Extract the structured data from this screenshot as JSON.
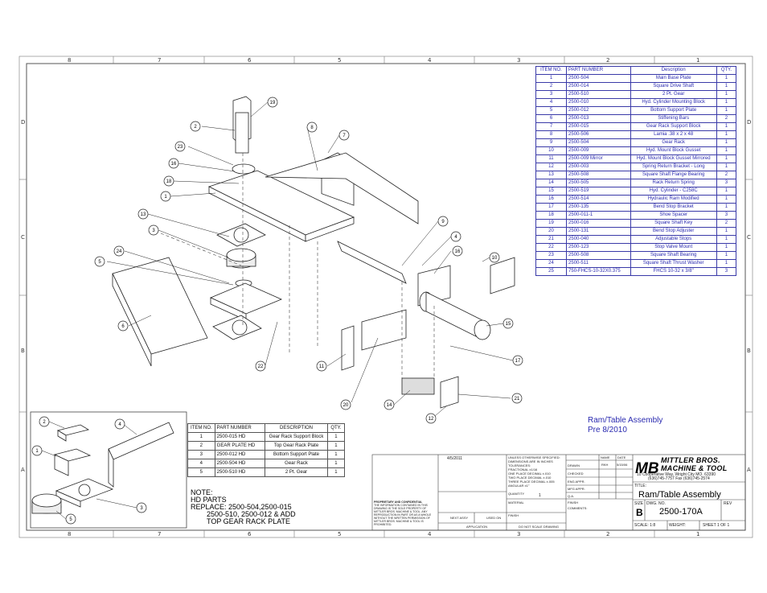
{
  "zones": {
    "columns": [
      "8",
      "7",
      "6",
      "5",
      "4",
      "3",
      "2",
      "1"
    ],
    "rows": [
      "D",
      "C",
      "B",
      "A"
    ]
  },
  "parts_table": {
    "headers": [
      "ITEM NO.",
      "PART NUMBER",
      "Description",
      "QTY."
    ],
    "rows": [
      [
        "1",
        "2500-504",
        "Main Base Plate",
        "1"
      ],
      [
        "2",
        "2500-014",
        "Square Drive Shaft",
        "1"
      ],
      [
        "3",
        "2500-510",
        "2 Pt. Gear",
        "1"
      ],
      [
        "4",
        "2500-010",
        "Hyd. Cylinder Mounting Block",
        "1"
      ],
      [
        "5",
        "2500-012",
        "Bottom Support Plate",
        "1"
      ],
      [
        "6",
        "2500-013",
        "Stiffening Bars",
        "2"
      ],
      [
        "7",
        "2500-015",
        "Gear Rack Support Block",
        "1"
      ],
      [
        "8",
        "2500-506",
        "Lamia .38 x 2 x 48",
        "1"
      ],
      [
        "9",
        "2500-504",
        "Gear Rack",
        "1"
      ],
      [
        "10",
        "2500-009",
        "Hyd. Mount Block Gusset",
        "1"
      ],
      [
        "11",
        "2500-009 Mirror",
        "Hyd. Mount Block Gusset Mirrored",
        "1"
      ],
      [
        "12",
        "2500-003",
        "Spring Return Bracket - Long",
        "1"
      ],
      [
        "13",
        "2500-508",
        "Square Shaft Flange Bearing",
        "2"
      ],
      [
        "14",
        "2500-505",
        "Rack Return Spring",
        "3"
      ],
      [
        "15",
        "2500-519",
        "Hyd. Cylinder - C258C",
        "1"
      ],
      [
        "16",
        "2500-514",
        "Hydraulic Ram Modified",
        "1"
      ],
      [
        "17",
        "2500-135",
        "Bend Stop Bracket",
        "1"
      ],
      [
        "18",
        "2500-011-1",
        "Shoe Spacer",
        "3"
      ],
      [
        "19",
        "2500-016",
        "Square Shaft Key",
        "2"
      ],
      [
        "20",
        "2500-131",
        "Bend Stop Adjuster",
        "1"
      ],
      [
        "21",
        "2500-040",
        "Adjustable Stops",
        "1"
      ],
      [
        "22",
        "2500-123",
        "Stop Valve Mount",
        "1"
      ],
      [
        "23",
        "2500-508",
        "Square Shaft Bearing",
        "1"
      ],
      [
        "24",
        "2500-511",
        "Square Shaft Thrust Washer",
        "1"
      ],
      [
        "25",
        "750-FHCS-10-32X0.375",
        "FHCS 10-32 x 3/8\"",
        "3"
      ]
    ]
  },
  "hd_table": {
    "headers": [
      "ITEM NO.",
      "PART NUMBER",
      "DESCRIPTION",
      "QTY."
    ],
    "rows": [
      [
        "1",
        "2500-015 HD",
        "Gear Rack Support Block",
        "1"
      ],
      [
        "2",
        "GEAR PLATE HD",
        "Top Gear Rack Plate",
        "1"
      ],
      [
        "3",
        "2500-012 HD",
        "Bottom Support Plate",
        "1"
      ],
      [
        "4",
        "2500-504 HD",
        "Gear Rack",
        "1"
      ],
      [
        "5",
        "2500-510 HD",
        "2 Pt. Gear",
        "1"
      ]
    ]
  },
  "notes": {
    "line1": "NOTE:",
    "line2": "HD PARTS",
    "line3": "REPLACE: 2500-504,2500-015",
    "line4": "2500-510, 2500-012 & ADD",
    "line5": "TOP GEAR RACK PLATE"
  },
  "assembly_title": {
    "line1": "Ram/Table Assembly",
    "line2": "Pre 8/2010"
  },
  "title_block": {
    "date": "4/5/2011",
    "company_name_line1": "MITTLER BROS.",
    "company_name_line2": "MACHINE & TOOL",
    "address_line1": "10 Cooperative Way, Wright City MO. 63390",
    "address_line2": "(636)745-7757  Fax (636)745-2574",
    "title_label": "TITLE:",
    "title": "Ram/Table Assembly",
    "size_label": "SIZE",
    "size": "B",
    "dwg_label": "DWG.  NO.",
    "dwg_no": "2500-170A",
    "rev_label": "REV",
    "scale": "SCALE: 1:8",
    "weight": "WEIGHT:",
    "sheet": "SHEET 1 OF 1",
    "name_label": "NAME",
    "date_label": "DATE",
    "drawn_label": "DRAWN",
    "drawn_name": "RKH",
    "drawn_date": "5/15/06",
    "checked_label": "CHECKED",
    "eng_appr_label": "ENG APPR.",
    "mfg_appr_label": "MFG APPR.",
    "qa_label": "Q.A.",
    "comments_label": "COMMENTS:",
    "material_label": "MATERIAL",
    "finish_label": "FINISH",
    "dims_lines": [
      "UNLESS OTHERWISE SPECIFIED:",
      "DIMENSIONS ARE IN INCHES",
      "TOLERANCES:",
      "FRACTIONAL  ±1/16",
      "ONE PLACE DECIMAL  ±.010",
      "TWO PLACE DECIMAL  ±.010",
      "THREE PLACE DECIMAL ±.005",
      "ANGULAR ±1°"
    ],
    "quantity_label": "QUANTITY",
    "quantity": "1",
    "proprietary_title": "PROPRIETARY AND CONFIDENTIAL",
    "proprietary_text": "THE INFORMATION CONTAINED IN THIS DRAWING IS THE SOLE PROPERTY OF MITTLER BROS. MACHINE & TOOL. ANY REPRODUCTION IN PART OR AS A WHOLE WITHOUT THE WRITTEN PERMISSION OF MITTLER BROS. MACHINE & TOOL IS PROHIBITED.",
    "next_assy": "NEXT ASSY",
    "used_on": "USED ON",
    "application": "APPLICATION",
    "do_not_scale": "DO NOT SCALE DRAWING"
  },
  "callouts": {
    "main": [
      "19",
      "2",
      "8",
      "7",
      "23",
      "16",
      "18",
      "1",
      "13",
      "3",
      "9",
      "4",
      "5",
      "24",
      "10",
      "16",
      "6",
      "15",
      "22",
      "11",
      "17",
      "21",
      "20",
      "14",
      "12"
    ],
    "hd": [
      "2",
      "4",
      "1",
      "3",
      "5"
    ]
  }
}
